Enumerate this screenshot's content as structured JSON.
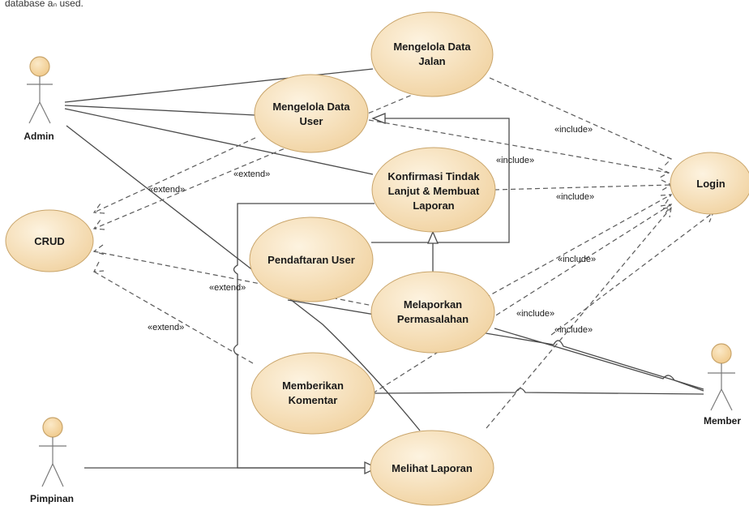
{
  "top_note": "database aₙ used.",
  "actors": {
    "admin": "Admin",
    "pimpinan": "Pimpinan",
    "member": "Member"
  },
  "usecases": {
    "mengelola_data_jalan": [
      "Mengelola Data",
      "Jalan"
    ],
    "mengelola_data_user": [
      "Mengelola Data",
      "User"
    ],
    "konfirmasi": [
      "Konfirmasi Tindak",
      "Lanjut & Membuat",
      "Laporan"
    ],
    "pendaftaran_user": [
      "Pendaftaran User"
    ],
    "melaporkan": [
      "Melaporkan",
      "Permasalahan"
    ],
    "memberikan_komentar": [
      "Memberikan",
      "Komentar"
    ],
    "melihat_laporan": [
      "Melihat Laporan"
    ],
    "crud": [
      "CRUD"
    ],
    "login": [
      "Login"
    ]
  },
  "labels": {
    "include": "«include»",
    "extend": "«extend»"
  },
  "colors": {
    "usecase_fill_light": "#fdf1dc",
    "usecase_fill_dark": "#f0cf9a",
    "usecase_stroke": "#c8a46a",
    "actor_head": "#f6dcae"
  }
}
